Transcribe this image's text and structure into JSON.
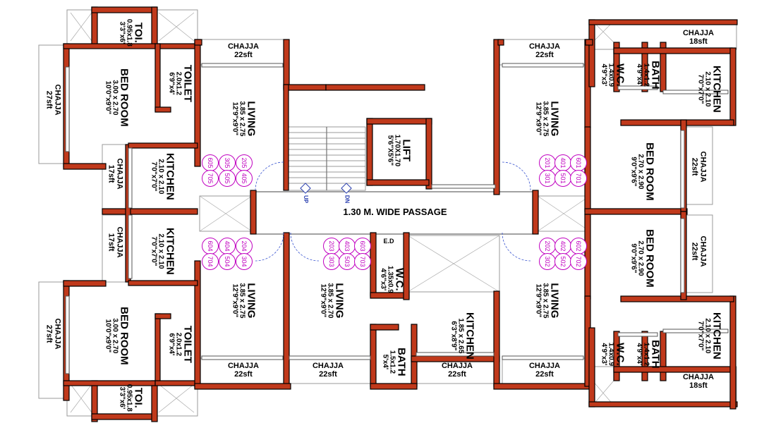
{
  "passage": "1.30 M. WIDE PASSAGE",
  "lift": {
    "name": "LIFT",
    "size": "1.70X1.70",
    "imperial": "5'6\"X5'6\""
  },
  "stairs": {
    "up": "UP",
    "dn": "DN"
  },
  "ed": "E.D",
  "colors": {
    "wall": "#c0391b",
    "flat_circle": "#c000c0",
    "door_arc": "#3a55d0"
  },
  "rooms": {
    "toi_top": {
      "name": "TOI.",
      "size": "0.95x1.8",
      "imperial": "3'3\"x6'"
    },
    "toi_bottom": {
      "name": "TOI.",
      "size": "0.95x1.8",
      "imperial": "3'3\"x6'"
    },
    "toilet_top": {
      "name": "TOILET",
      "size": "2.0x1.2",
      "imperial": "6'9\"x4'"
    },
    "toilet_bottom": {
      "name": "TOILET",
      "size": "2.0x1.2",
      "imperial": "6'9\"x4'"
    },
    "bed_left_top": {
      "name": "BED ROOM",
      "size": "3.00 x 2.70",
      "imperial": "10'0\"x9'0\""
    },
    "bed_left_bottom": {
      "name": "BED ROOM",
      "size": "3.00 x 2.70",
      "imperial": "10'0\"x9'0\""
    },
    "kitchen_left_top": {
      "name": "KITCHEN",
      "size": "2.10 x 2.10",
      "imperial": "7'0\"x7'0\""
    },
    "kitchen_left_bottom": {
      "name": "KITCHEN",
      "size": "2.10 x 2.10",
      "imperial": "7'0\"x7'0\""
    },
    "living_left_top": {
      "name": "LIVING",
      "size": "3.85 x 2.75",
      "imperial": "12'9\"x9'0\""
    },
    "living_left_bottom": {
      "name": "LIVING",
      "size": "3.85 x 2.75",
      "imperial": "12'9\"x9'0\""
    },
    "living_mid_bottom": {
      "name": "LIVING",
      "size": "3.85 x 2.70",
      "imperial": "12'9\"x9'0\""
    },
    "wc_mid": {
      "name": "W.C.",
      "size": "1.35x0.9",
      "imperial": "4'6\"x3'"
    },
    "bath_mid": {
      "name": "BATH",
      "size": "1.5x1.2",
      "imperial": "5'x4'"
    },
    "kitchen_mid": {
      "name": "KITCHEN",
      "size": "1.85 x 2.65",
      "imperial": "6'3\"x8'9\""
    },
    "living_right_top": {
      "name": "LIVING",
      "size": "3.85 x 2.75",
      "imperial": "12'9\"x9'0\""
    },
    "living_right_bottom": {
      "name": "LIVING",
      "size": "3.85 x 2.75",
      "imperial": "12'9\"x9'0\""
    },
    "wc_right_top": {
      "name": "W.C.",
      "size": "1.4x0.9",
      "imperial": "4'9\"x3'"
    },
    "wc_right_bottom": {
      "name": "W.C.",
      "size": "1.4x0.9",
      "imperial": "4'9\"x3'"
    },
    "bath_right_top": {
      "name": "BATH",
      "size": "1.4x1.2",
      "imperial": "4'9\"x4'"
    },
    "bath_right_bottom": {
      "name": "BATH",
      "size": "1.4x1.2",
      "imperial": "4'9\"x4'"
    },
    "kitchen_right_top": {
      "name": "KITCHEN",
      "size": "2.10 x 2.10",
      "imperial": "7'0\"x7'0\""
    },
    "kitchen_right_bottom": {
      "name": "KITCHEN",
      "size": "2.10 x 2.10",
      "imperial": "7'0\"x7'0\""
    },
    "bed_right_top": {
      "name": "BED ROOM",
      "size": "2.70 x 2.90",
      "imperial": "9'0\"x9'6\""
    },
    "bed_right_bottom": {
      "name": "BED ROOM",
      "size": "2.70 x 2.90",
      "imperial": "9'0\"x9'6\""
    }
  },
  "chajjas": {
    "top_a": {
      "name": "CHAJJA",
      "area": "22sft"
    },
    "top_b": {
      "name": "CHAJJA",
      "area": "22sft"
    },
    "top_c": {
      "name": "CHAJJA",
      "area": "18sft"
    },
    "bottom_a": {
      "name": "CHAJJA",
      "area": "22sft"
    },
    "bottom_b": {
      "name": "CHAJJA",
      "area": "22sft"
    },
    "bottom_c": {
      "name": "CHAJJA",
      "area": "22sft"
    },
    "bottom_d": {
      "name": "CHAJJA",
      "area": "22sft"
    },
    "bottom_e": {
      "name": "CHAJJA",
      "area": "18sft"
    },
    "left_a": {
      "name": "CHAJJA",
      "area": "27sft"
    },
    "left_b": {
      "name": "CHAJJA",
      "area": "17sft"
    },
    "left_c": {
      "name": "CHAJJA",
      "area": "17sft"
    },
    "left_d": {
      "name": "CHAJJA",
      "area": "27sft"
    },
    "right_a": {
      "name": "CHAJJA",
      "area": "22sft"
    },
    "right_b": {
      "name": "CHAJJA",
      "area": "22sft"
    }
  },
  "flats": {
    "a": [
      "205",
      "305",
      "405",
      "505",
      "605",
      "705"
    ],
    "b": [
      "204",
      "304",
      "404",
      "504",
      "604",
      "704"
    ],
    "c": [
      "203",
      "303",
      "403",
      "503",
      "603",
      "703"
    ],
    "d": [
      "201",
      "301",
      "401",
      "501",
      "601",
      "701"
    ],
    "e": [
      "202",
      "302",
      "402",
      "502",
      "602",
      "702"
    ]
  }
}
